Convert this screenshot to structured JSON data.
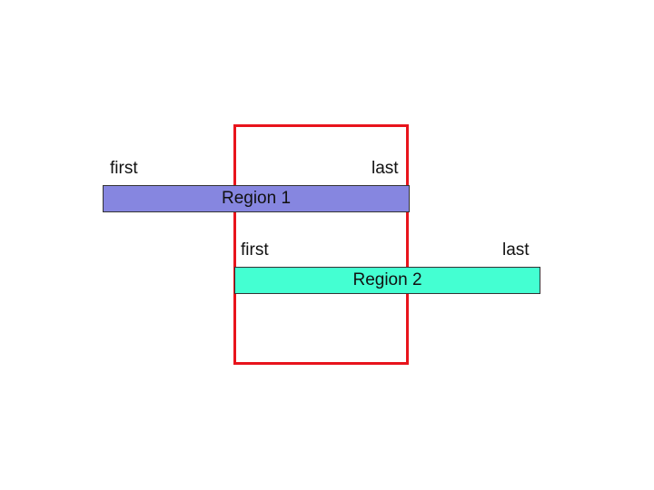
{
  "colors": {
    "overlap_border": "#e8141c",
    "region_1_fill": "#8686e0",
    "region_2_fill": "#44ffd2"
  },
  "regions": [
    {
      "label": "Region 1",
      "first_label": "first",
      "last_label": "last"
    },
    {
      "label": "Region 2",
      "first_label": "first",
      "last_label": "last"
    }
  ]
}
